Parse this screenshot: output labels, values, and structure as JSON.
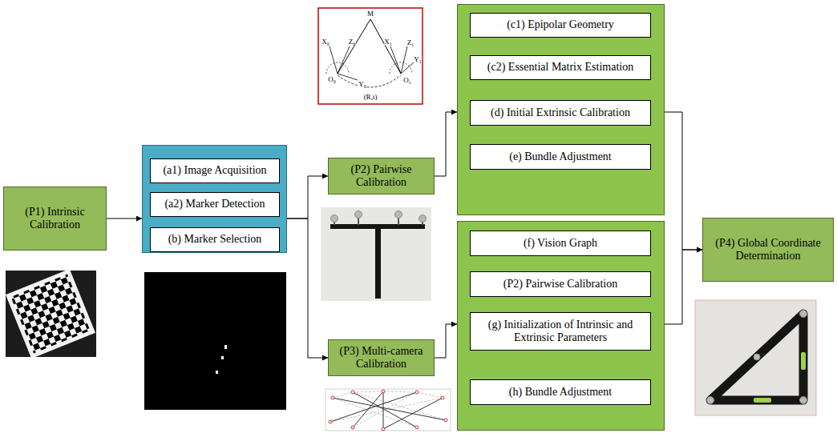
{
  "diagram": {
    "nodes": [
      {
        "text": [
          "(P1) Intrinsic Calibration"
        ]
      },
      {
        "text": []
      },
      {
        "text": [
          "(a1) Image Acquisition"
        ],
        "in": 1
      },
      {
        "text": [
          "(a2) Marker Detection"
        ],
        "in": 1
      },
      {
        "text": [
          "(b) Marker Selection"
        ],
        "in": 1
      },
      {
        "text": [
          "(P2) Pairwise Calibration"
        ]
      },
      {
        "text": []
      },
      {
        "text": [
          "(c1) Epipolar Geometry"
        ],
        "in": 6
      },
      {
        "text": [
          "(c2) Essential Matrix Estimation"
        ],
        "in": 6
      },
      {
        "text": [
          "(d) Initial Extrinsic Calibration"
        ],
        "in": 6
      },
      {
        "text": [
          "(e) Bundle Adjustment"
        ],
        "in": 6
      },
      {
        "text": [
          "(P3) Multi-camera Calibration"
        ]
      },
      {
        "text": []
      },
      {
        "text": [
          "(f) Vision Graph"
        ],
        "in": 12
      },
      {
        "text": [
          "(P2) Pairwise Calibration"
        ],
        "in": 12
      },
      {
        "text": [
          "(g) Initialization of Intrinsic and Extrinsic Parameters"
        ],
        "in": 12
      },
      {
        "text": [
          "(h) Bundle Adjustment"
        ],
        "in": 12
      },
      {
        "text": [
          "(P4) Global Coordinate Determination"
        ]
      }
    ],
    "edges": [
      {
        "from": 0,
        "to": 1,
        "arrow": "to"
      },
      {
        "from": 2,
        "to": 3,
        "arrow": "to"
      },
      {
        "from": 3,
        "to": 4,
        "arrow": "to"
      },
      {
        "from": 1,
        "to": 5,
        "arrow": "to"
      },
      {
        "from": 1,
        "to": 11,
        "arrow": "to"
      },
      {
        "from": 5,
        "to": 6,
        "arrow": "to"
      },
      {
        "from": 7,
        "to": 8,
        "arrow": "to"
      },
      {
        "from": 8,
        "to": 9,
        "arrow": "to"
      },
      {
        "from": 9,
        "to": 10,
        "arrow": "to"
      },
      {
        "from": 11,
        "to": 12,
        "arrow": "to"
      },
      {
        "from": 13,
        "to": 14,
        "arrow": "to"
      },
      {
        "from": 14,
        "to": 15,
        "arrow": "to"
      },
      {
        "from": 15,
        "to": 16,
        "arrow": "to"
      },
      {
        "from": 6,
        "to": 17,
        "arrow": "to"
      },
      {
        "from": 12,
        "to": 17,
        "arrow": "to"
      }
    ],
    "labels": [
      "M",
      "X₀",
      "Z₀",
      "Y₀",
      "O₀",
      "X₁",
      "Z₁",
      "Y₁",
      "O₁",
      "(R,t)"
    ]
  }
}
